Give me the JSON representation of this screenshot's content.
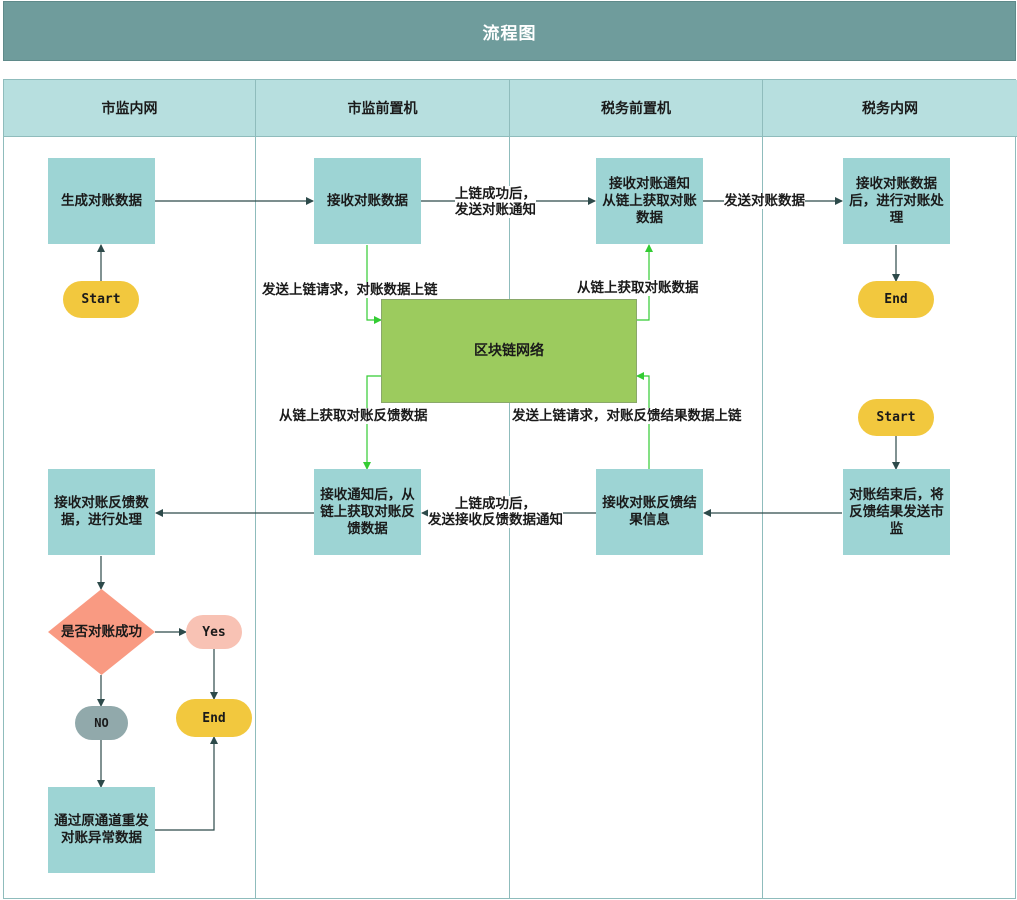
{
  "title": "流程图",
  "lanes": [
    "市监内网",
    "市监前置机",
    "税务前置机",
    "税务内网"
  ],
  "nodes": {
    "gen_recon": "生成对账数据",
    "start_left": "Start",
    "recv_recon": "接收对账数据",
    "recv_notice": "接收对账通知\n从链上获取对账数据",
    "tax_process": "接收对账数据后，进行对账处理",
    "end_right": "End",
    "chain": "区块链网络",
    "start_right": "Start",
    "recv_fb_left": "接收对账反馈数据，进行处理",
    "recv_fb_notice": "接收通知后，从链上获取对账反馈数据",
    "recv_fb_result": "接收对账反馈结果信息",
    "tax_send_fb": "对账结束后，将反馈结果发送市监",
    "decision": "是否对账成功",
    "yes": "Yes",
    "end_left": "End",
    "no": "NO",
    "resend": "通过原通道重发对账异常数据"
  },
  "edge_labels": {
    "on_chain_ok_notice": "上链成功后，\n发送对账通知",
    "send_recon": "发送对账数据",
    "send_upchain_req": "发送上链请求，对账数据上链",
    "fetch_recon": "从链上获取对账数据",
    "fetch_feedback": "从链上获取对账反馈数据",
    "send_fb_upchain_req": "发送上链请求，对账反馈结果数据上链",
    "on_chain_ok_fb_notice": "上链成功后，\n发送接收反馈数据通知"
  }
}
